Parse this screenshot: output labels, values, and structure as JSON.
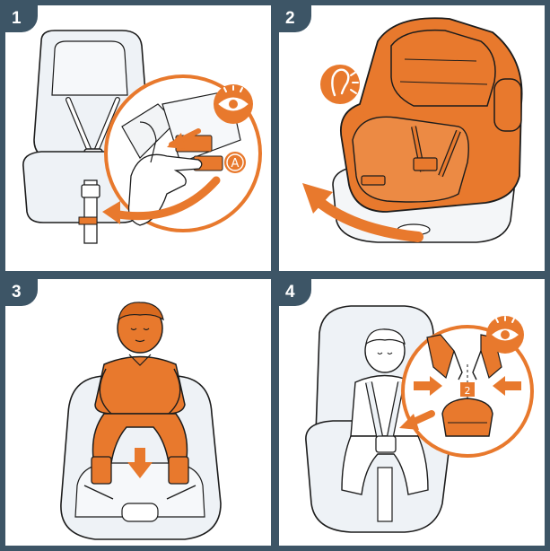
{
  "colors": {
    "accent": "#e8792d",
    "frame": "#3d5566",
    "line": "#1c1c1c",
    "seat_tint": "#eef2f6"
  },
  "steps": [
    {
      "number": "1",
      "callout_label": "A",
      "icons": [
        "eye-icon",
        "arrow-icon"
      ]
    },
    {
      "number": "2",
      "icons": [
        "ear-listen-icon",
        "rotate-arrow-icon"
      ]
    },
    {
      "number": "3",
      "icons": [
        "down-arrow-icon"
      ]
    },
    {
      "number": "4",
      "callout_number": "2",
      "icons": [
        "eye-icon",
        "inward-arrows-icon"
      ]
    }
  ]
}
